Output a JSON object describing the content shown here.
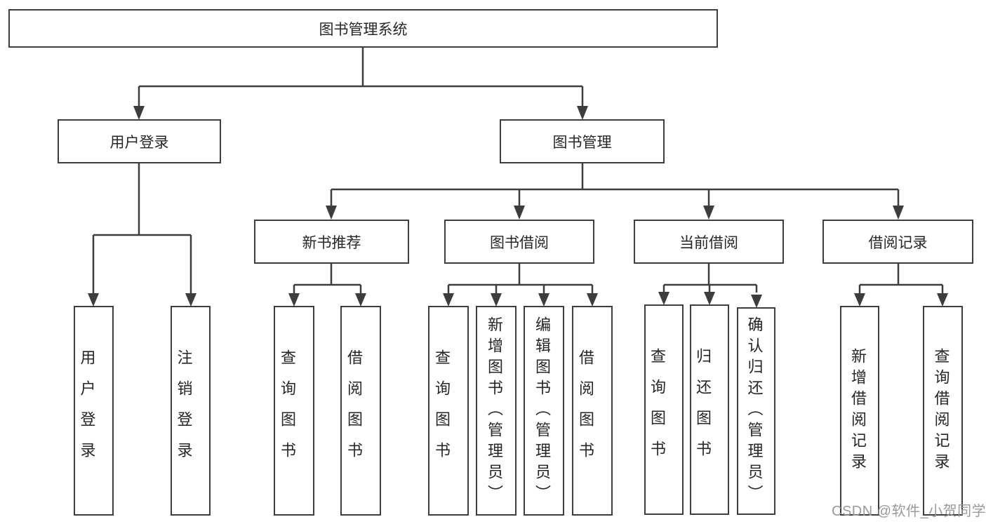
{
  "colors": {
    "line": "#3d3d3d",
    "box_border": "#3d3d3d",
    "box_fill": "#ffffff",
    "text": "#262626",
    "watermark": "#9a9a9a",
    "background": "#ffffff"
  },
  "tree": {
    "root": {
      "label": "图书管理系统",
      "children": [
        {
          "label": "用户登录",
          "children": [
            {
              "label": "用户登录"
            },
            {
              "label": "注销登录"
            }
          ]
        },
        {
          "label": "图书管理",
          "children": [
            {
              "label": "新书推荐",
              "children": [
                {
                  "label": "查询图书"
                },
                {
                  "label": "借阅图书"
                }
              ]
            },
            {
              "label": "图书借阅",
              "children": [
                {
                  "label": "查询图书"
                },
                {
                  "label": "新增图书（管理员）"
                },
                {
                  "label": "编辑图书（管理员）"
                },
                {
                  "label": "借阅图书"
                }
              ]
            },
            {
              "label": "当前借阅",
              "children": [
                {
                  "label": "查询图书"
                },
                {
                  "label": "归还图书"
                },
                {
                  "label": "确认归还（管理员）"
                }
              ]
            },
            {
              "label": "借阅记录",
              "children": [
                {
                  "label": "新增借阅记录"
                },
                {
                  "label": "查询借阅记录"
                }
              ]
            }
          ]
        }
      ]
    }
  },
  "watermark": {
    "text": "CSDN @软件_小贺同学"
  }
}
